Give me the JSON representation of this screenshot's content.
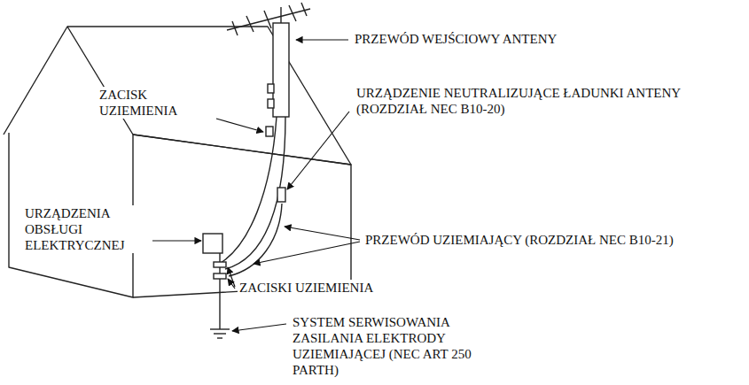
{
  "diagram": {
    "labels": [
      "PRZEWÓD WEJŚCIOWY ANTENY",
      "ZACISK UZIEMIENIA",
      "URZĄDZENIE NEUTRALIZUJĄCE ŁADUNKI ANTENY (ROZDZIAŁ NEC B10-20)",
      "URZĄDZENIA OBSŁUGI ELEKTRYCZNEJ",
      "PRZEWÓD UZIEMIAJĄCY (ROZDZIAŁ NEC B10-21)",
      "ZACISKI UZIEMIENIA",
      "SYSTEM SERWISOWANIA ZASILANIA ELEKTRODY UZIEMIAJĄCEJ (NEC ART 250 PARTH)"
    ]
  }
}
